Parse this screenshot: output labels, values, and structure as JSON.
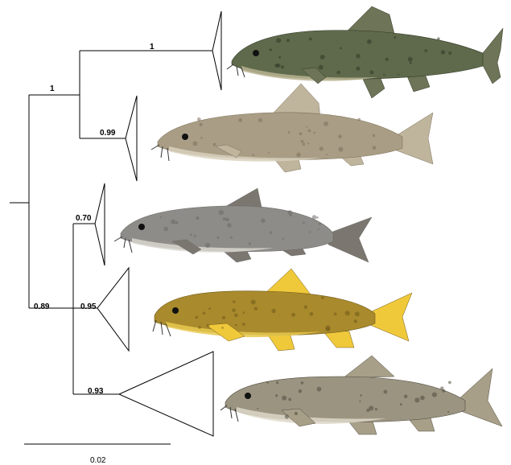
{
  "tree": {
    "support_values": {
      "root_upper": "1",
      "clade_1": "1",
      "clade_2": "0.99",
      "clade_3": "0.70",
      "lower_clade": "0.89",
      "clade_4": "0.95",
      "clade_5": "0.93"
    },
    "scale_bar": {
      "label": "0.02"
    }
  },
  "fish_images": [
    {
      "id": "fish-1",
      "colors": {
        "body": "#5f6a4c",
        "belly": "#b8b391",
        "spot": "#2f3624",
        "fin": "#6d7457"
      }
    },
    {
      "id": "fish-2",
      "colors": {
        "body": "#a99d85",
        "belly": "#d9d1bd",
        "spot": "#7d705b",
        "fin": "#bfb59d"
      }
    },
    {
      "id": "fish-3",
      "colors": {
        "body": "#8d8c88",
        "belly": "#d8d6cf",
        "spot": "#6b6a66",
        "fin": "#7b7770"
      }
    },
    {
      "id": "fish-4",
      "colors": {
        "body": "#a98a2c",
        "belly": "#e7c84e",
        "spot": "#6f5a1a",
        "fin": "#f0c93a"
      }
    },
    {
      "id": "fish-5",
      "colors": {
        "body": "#9b9481",
        "belly": "#ddd7c8",
        "spot": "#4e4a3e",
        "fin": "#a89f88"
      }
    }
  ]
}
